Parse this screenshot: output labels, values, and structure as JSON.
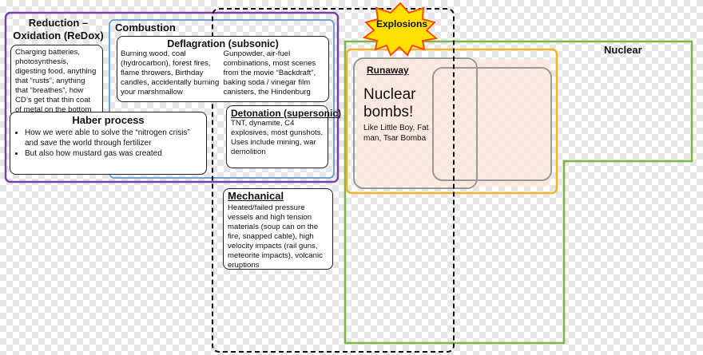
{
  "redox": {
    "title": "Reduction –\nOxidation (ReDox)",
    "text": "Charging batteries, photosynthesis, digesting food, anything that “rusts”, anything that “breathes”, how CD’s get that thin coat of metal on the bottom"
  },
  "haber": {
    "title": "Haber process",
    "bullets": [
      "How we were able to solve the “nitrogen crisis” and save the world through fertilizer",
      "But also how mustard gas was created"
    ]
  },
  "combustion": {
    "title": "Combustion"
  },
  "deflagration": {
    "title": "Deflagration (subsonic)",
    "left_text": "Burning wood, coal (hydrocarbon), forest fires, flame throwers, Birthday candles, accidentally burning your marshmallow",
    "right_text": "Gunpowder, air-fuel combinations, most scenes from the movie “Backdraft”, baking soda / vinegar film canisters, the Hindenburg"
  },
  "detonation": {
    "title": "Detonation (supersonic)",
    "text": "TNT, dynamite, C4 explosives, most gunshots. Uses include mining, war demolition"
  },
  "mechanical": {
    "title": "Mechanical",
    "text": "Heated/failed pressure vessels and high tension materials (soup can on the fire, snapped cable), high velocity impacts (rail guns, meteorite impacts), volcanic eruptions"
  },
  "explosions": {
    "label": "Explosions"
  },
  "nuclear": {
    "label": "Nuclear"
  },
  "runaway": {
    "title": "Runaway",
    "big_text": "Nuclear bombs!",
    "small_text": "Like Little Boy, Fat man, Tsar Bomba"
  },
  "colors": {
    "redox": "#7b3fa8",
    "combustion": "#6fa3d6",
    "explosions": "#111111",
    "runaway": "#f0b429",
    "nuclear": "#7ab648",
    "inner_gray": "#999999",
    "burst": "#ffe000",
    "burst_edge": "#ff4a00",
    "nuke_fill": "#fde6d8"
  }
}
